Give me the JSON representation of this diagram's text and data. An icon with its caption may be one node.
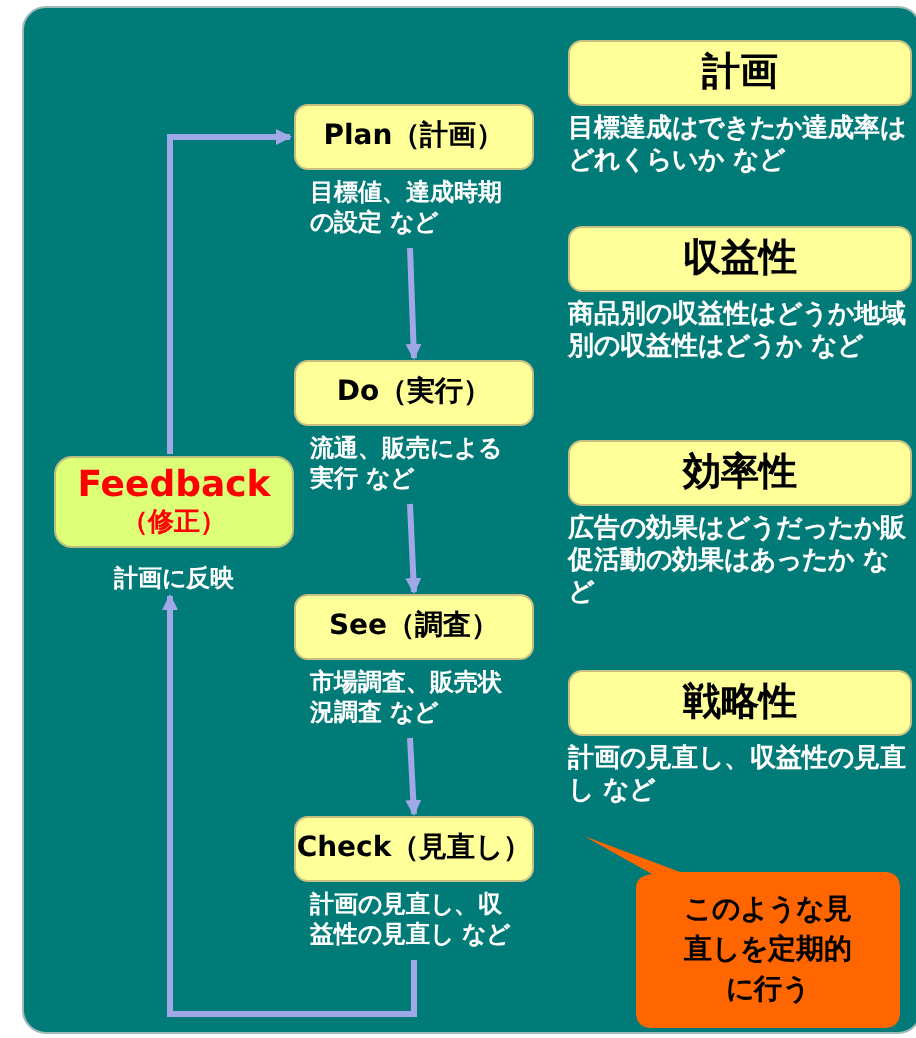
{
  "diagram": {
    "nodes": [
      {
        "text": [
          "Plan（計画）"
        ],
        "beside": [
          "目標値、達成時期の設定 など"
        ]
      },
      {
        "text": [
          "Do（実行）"
        ],
        "beside": [
          "流通、販売による実行 など"
        ]
      },
      {
        "text": [
          "See（調査）"
        ],
        "beside": [
          "市場調査、販売状況調査 など"
        ]
      },
      {
        "text": [
          "Check（見直し）"
        ],
        "beside": [
          "計画の見直し、収益性の見直し など"
        ]
      },
      {
        "text": [
          "Feedback",
          "（修正）"
        ],
        "beside": [
          "計画に反映"
        ]
      },
      {
        "text": [
          "計画"
        ],
        "beside": [
          "目標達成はできたか達成率はどれくらいか など"
        ]
      },
      {
        "text": [
          "収益性"
        ],
        "beside": [
          "商品別の収益性はどうか地域別の収益性はどうか など"
        ]
      },
      {
        "text": [
          "効率性"
        ],
        "beside": [
          "広告の効果はどうだったか販促活動の効果はあったか など"
        ]
      },
      {
        "text": [
          "戦略性"
        ],
        "beside": [
          "計画の見直し、収益性の見直し など"
        ]
      },
      {
        "text": [
          "このような見直しを定期的に行う"
        ]
      }
    ],
    "edges": [
      {
        "from": 0,
        "to": 1,
        "arrow": "to"
      },
      {
        "from": 1,
        "to": 2,
        "arrow": "to"
      },
      {
        "from": 2,
        "to": 3,
        "arrow": "to"
      },
      {
        "from": 3,
        "to": 4,
        "arrow": "to"
      },
      {
        "from": 4,
        "to": 0,
        "arrow": "to"
      }
    ]
  }
}
